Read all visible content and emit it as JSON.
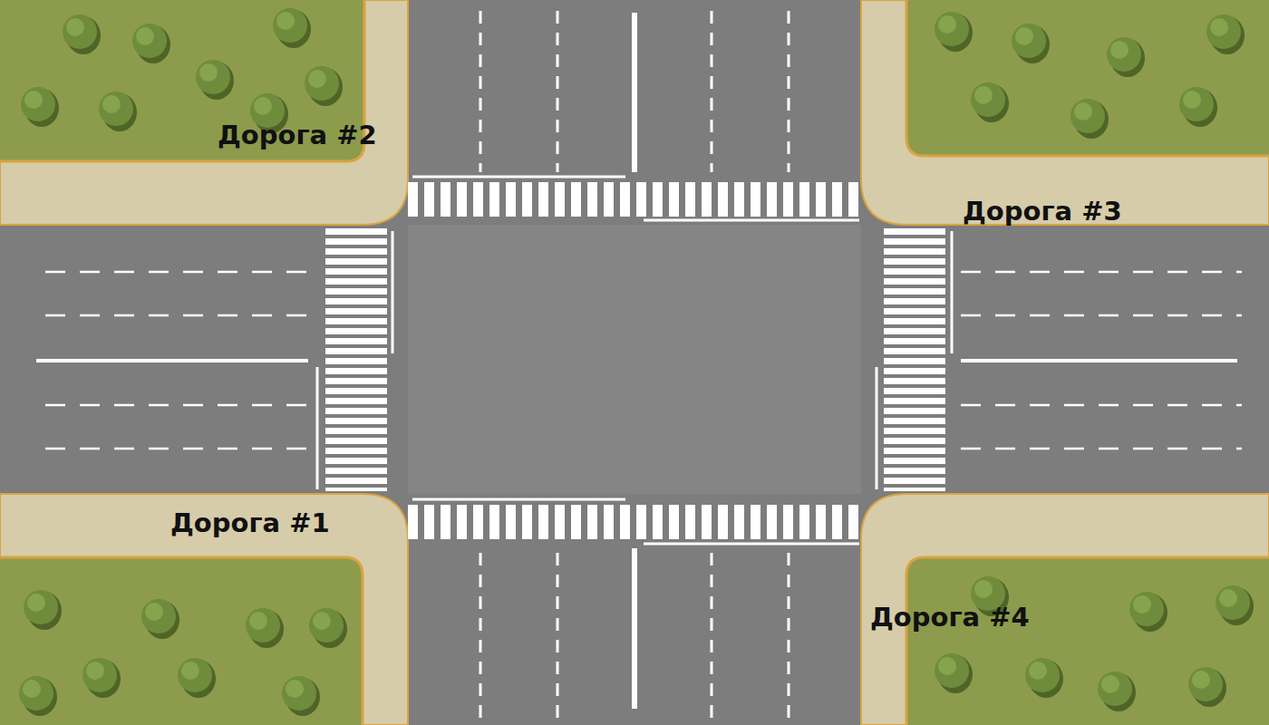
{
  "diagram": {
    "labels": [
      "Дорога #2",
      "Дорога #3",
      "Дорога #1",
      "Дорога #4"
    ]
  }
}
